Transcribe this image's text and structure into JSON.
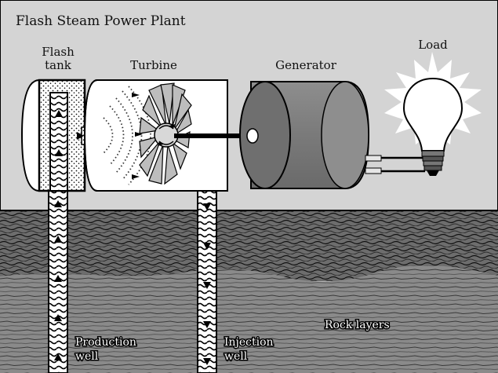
{
  "diagram": {
    "title": "Flash Steam Power Plant",
    "labels": {
      "flash_tank": [
        "Flash",
        "tank"
      ],
      "turbine": "Turbine",
      "generator": "Generator",
      "load": "Load",
      "production_well": [
        "Production",
        "well"
      ],
      "injection_well": [
        "Injection",
        "well"
      ],
      "rock_layers": "Rock layers"
    }
  }
}
